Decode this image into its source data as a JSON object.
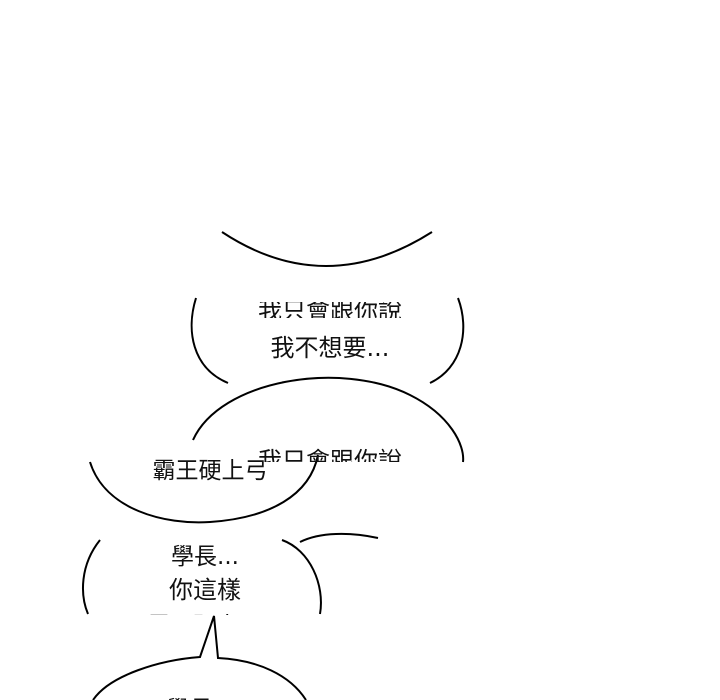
{
  "colors": {
    "background": "#ffffff",
    "ink": "#111111"
  },
  "bubbles": {
    "b1": {
      "lines": [
        "我只會跟你說",
        "我不想要..."
      ]
    },
    "b2": {
      "lines": [
        "我只會跟你說"
      ]
    },
    "b3": {
      "lines": [
        "霸王硬上弓"
      ]
    },
    "b4": {
      "lines": [
        "學長...",
        "你這樣",
        "霸王硬上弓"
      ]
    },
    "b5": {
      "lines": [
        "學長..."
      ]
    }
  }
}
